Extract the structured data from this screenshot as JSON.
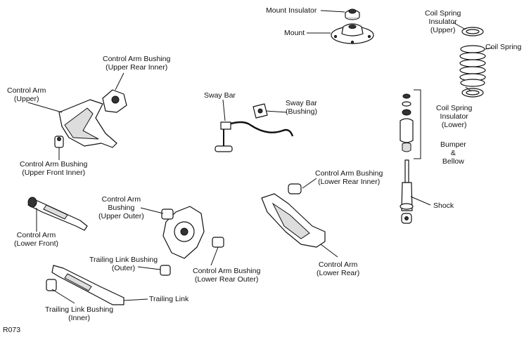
{
  "labels": {
    "mount_insulator": "Mount Insulator",
    "mount": "Mount",
    "coil_spring_insulator_upper": [
      "Coil Spring",
      "Insulator",
      "(Upper)"
    ],
    "coil_spring": "Coil Spring",
    "control_arm_bushing_upper_rear_inner": [
      "Control Arm Bushing",
      "(Upper Rear Inner)"
    ],
    "control_arm_upper": [
      "Control Arm",
      "(Upper)"
    ],
    "sway_bar": "Sway Bar",
    "sway_bar_bushing": [
      "Sway Bar",
      "(Bushing)"
    ],
    "coil_spring_insulator_lower": [
      "Coil Spring",
      "Insulator",
      "(Lower)"
    ],
    "bumper_bellow": [
      "Bumper",
      "&",
      "Bellow"
    ],
    "control_arm_bushing_upper_front_inner": [
      "Control Arm Bushing",
      "(Upper Front Inner)"
    ],
    "control_arm_bushing_lower_rear_inner": [
      "Control Arm Bushing",
      "(Lower Rear Inner)"
    ],
    "control_arm_bushing_upper_outer": [
      "Control Arm",
      "Bushing",
      "(Upper Outer)"
    ],
    "shock": "Shock",
    "control_arm_lower_front": [
      "Control Arm",
      "(Lower Front)"
    ],
    "trailing_link_bushing_outer": [
      "Trailing Link Bushing",
      "(Outer)"
    ],
    "control_arm_lower_rear": [
      "Control Arm",
      "(Lower Rear)"
    ],
    "control_arm_bushing_lower_rear_outer": [
      "Control Arm Bushing",
      "(Lower Rear Outer)"
    ],
    "trailing_link": "Trailing Link",
    "trailing_link_bushing_inner": [
      "Trailing Link Bushing",
      "(Inner)"
    ],
    "figure_code": "R073"
  }
}
